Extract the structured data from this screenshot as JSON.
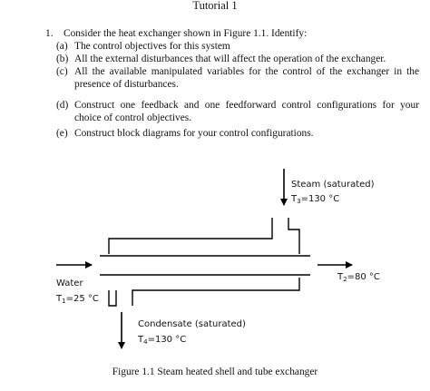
{
  "document": {
    "title": "Tutorial 1",
    "question": {
      "number": "1.",
      "text": "Consider the heat exchanger shown in Figure 1.1. Identify:",
      "parts": [
        {
          "label": "(a)",
          "text": "The control objectives for this system"
        },
        {
          "label": "(b)",
          "text": "All the external disturbances that will affect the operation of the exchanger."
        },
        {
          "label": "(c)",
          "text": "All the available manipulated variables for the control of the exchanger in the presence of disturbances."
        },
        {
          "label": "(d)",
          "text": "Construct one feedback and one feedforward control configurations for your choice of control objectives."
        },
        {
          "label": "(e)",
          "text": "Construct block diagrams for your control configurations."
        }
      ]
    }
  },
  "figure": {
    "steam_label": "Steam (saturated)",
    "steam_temp": {
      "sym": "T",
      "sub": "3",
      "rest": "=130 °C"
    },
    "water_label": "Water",
    "water_temp": {
      "sym": "T",
      "sub": "1",
      "rest": "=25 °C"
    },
    "outlet_temp": {
      "sym": "T",
      "sub": "2",
      "rest": "=80 °C"
    },
    "condensate_label": "Condensate (saturated)",
    "condensate_temp": {
      "sym": "T",
      "sub": "4",
      "rest": "=130 °C"
    },
    "caption": "Figure 1.1 Steam heated shell and tube exchanger"
  }
}
